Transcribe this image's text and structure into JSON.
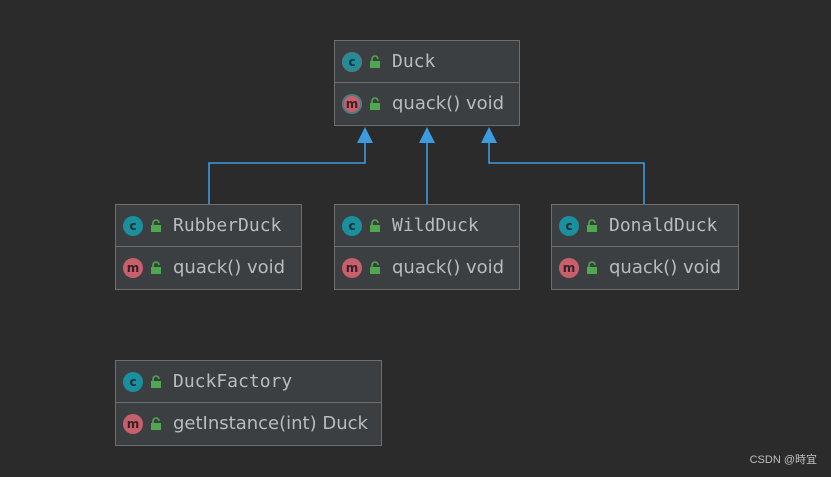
{
  "colors": {
    "background": "#2b2b2b",
    "box_fill": "#3c3f41",
    "box_border": "#6e6e6e",
    "edge": "#3d9be0",
    "class_badge": "#1a8f9e",
    "method_badge": "#c7606c",
    "lock_green": "#4fa84f"
  },
  "icons": {
    "class_badge": "c",
    "method_badge": "m"
  },
  "classes": {
    "duck": {
      "name": "Duck",
      "method": "quack() void"
    },
    "rubber_duck": {
      "name": "RubberDuck",
      "method": "quack() void"
    },
    "wild_duck": {
      "name": "WildDuck",
      "method": "quack() void"
    },
    "donald_duck": {
      "name": "DonaldDuck",
      "method": "quack() void"
    },
    "duck_factory": {
      "name": "DuckFactory",
      "method": "getInstance(int) Duck"
    }
  },
  "edges": [
    {
      "from": "rubber_duck",
      "to": "duck",
      "kind": "inheritance"
    },
    {
      "from": "wild_duck",
      "to": "duck",
      "kind": "inheritance"
    },
    {
      "from": "donald_duck",
      "to": "duck",
      "kind": "inheritance"
    }
  ],
  "watermark": "CSDN @時宜"
}
